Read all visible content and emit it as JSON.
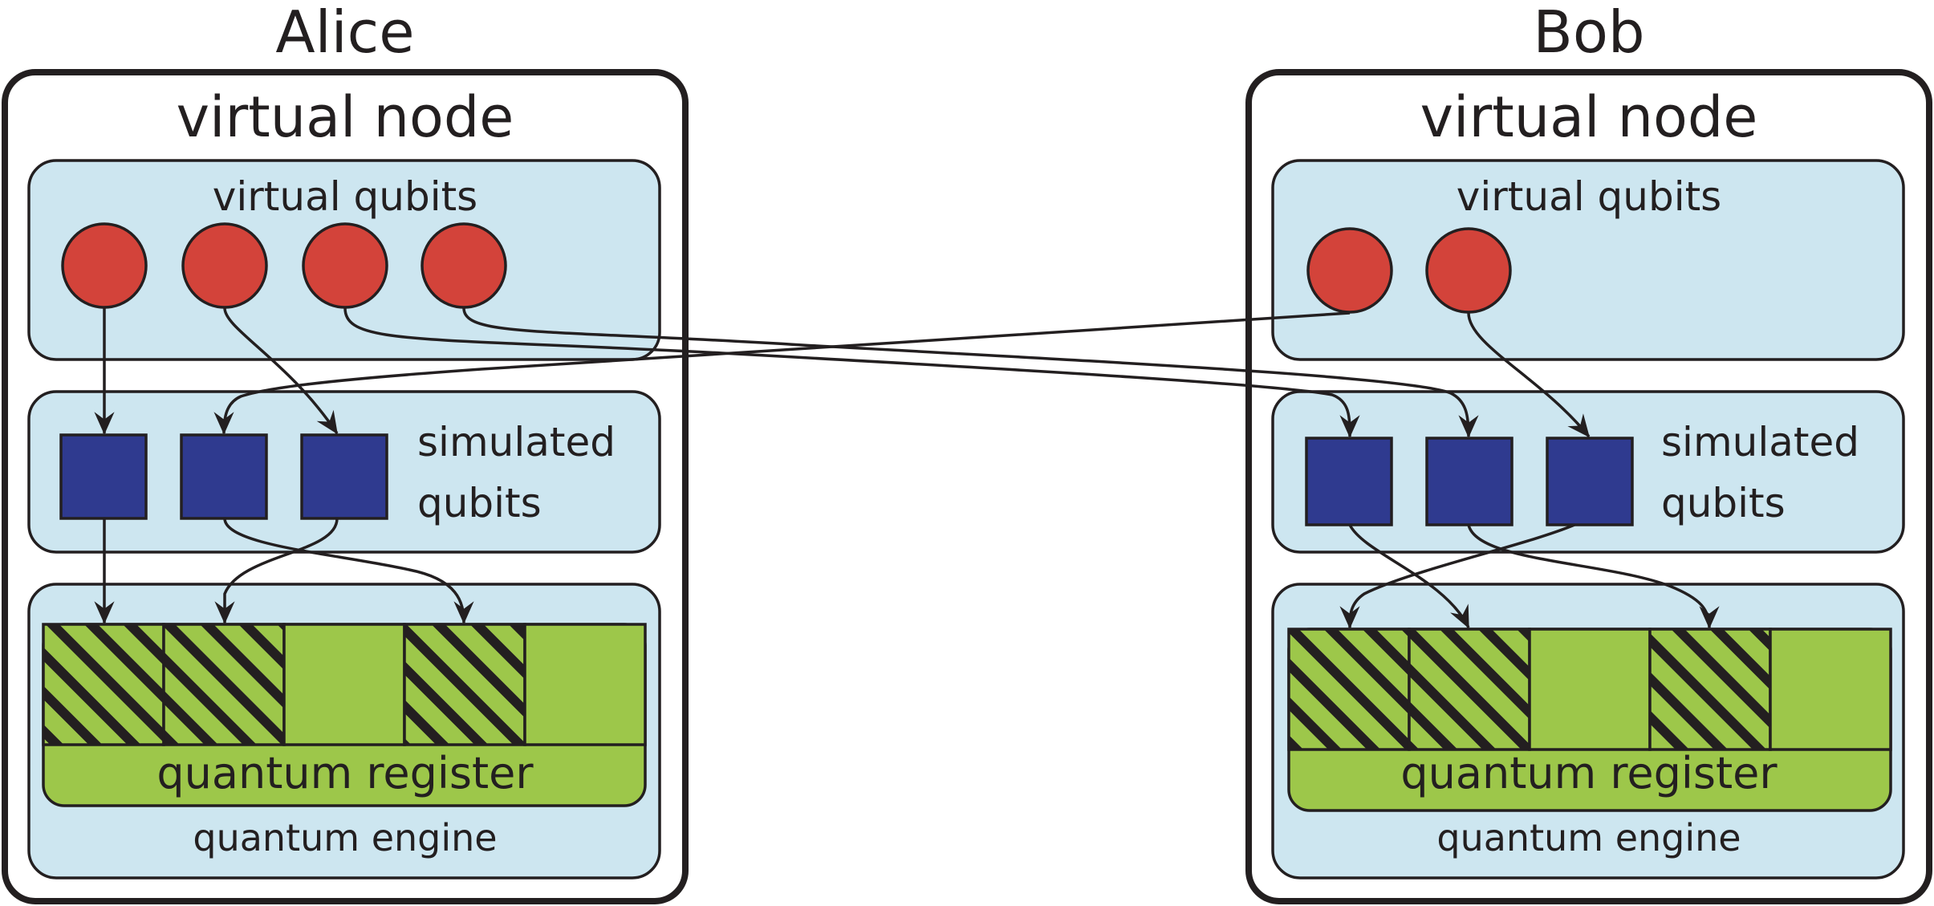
{
  "nodes": [
    {
      "owner": "Alice",
      "title": "virtual node",
      "virtual_qubits_label": "virtual qubits",
      "virtual_qubit_count": 4,
      "simulated_qubits_label_line1": "simulated",
      "simulated_qubits_label_line2": "qubits",
      "simulated_qubit_count": 3,
      "register_label": "quantum register",
      "engine_label": "quantum engine",
      "register_slots": [
        true,
        true,
        false,
        true,
        false
      ]
    },
    {
      "owner": "Bob",
      "title": "virtual node",
      "virtual_qubits_label": "virtual qubits",
      "virtual_qubit_count": 2,
      "simulated_qubits_label_line1": "simulated",
      "simulated_qubits_label_line2": "qubits",
      "simulated_qubit_count": 3,
      "register_label": "quantum register",
      "engine_label": "quantum engine",
      "register_slots": [
        true,
        true,
        false,
        true,
        false
      ]
    }
  ],
  "colors": {
    "panel": "#cde6f0",
    "virtual_qubit": "#d3433a",
    "simulated_qubit": "#2f3a8f",
    "register": "#9dc74a",
    "stroke": "#231f20"
  },
  "mappings": {
    "virtual_to_simulated": "Alice virtual qubits 1,2 map to Alice simulated qubits 1,3; Alice virtual qubits 3,4 map to Bob simulated qubits 1,2; Bob virtual qubit 1 maps to Alice simulated qubit 2; Bob virtual qubit 2 maps to Bob simulated qubit 3",
    "simulated_to_register": "Each simulated qubit maps to one hatched (occupied) register slot"
  }
}
